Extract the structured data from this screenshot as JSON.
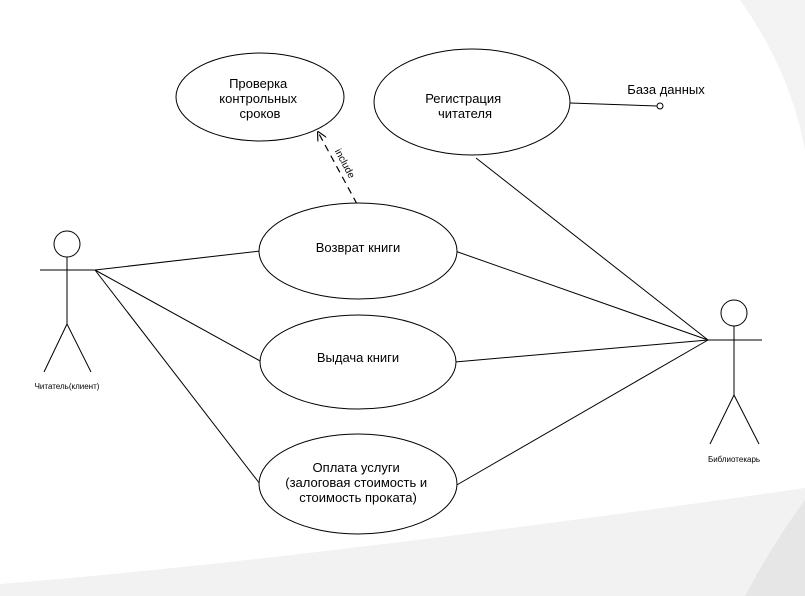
{
  "colors": {
    "background": "#ffffff",
    "stroke": "#000000",
    "decor_light": "#f2f2f2",
    "decor_mid": "#e9e9e9"
  },
  "actors": {
    "reader": {
      "name": "Читатель(клиент)"
    },
    "librarian": {
      "name": "Библиотекарь"
    }
  },
  "use_cases": {
    "check_deadlines": {
      "lines": [
        "Проверка",
        "контрольных",
        "сроков"
      ]
    },
    "register_reader": {
      "lines": [
        "Регистрация",
        "читателя"
      ]
    },
    "return_book": {
      "lines": [
        "Возврат книги"
      ]
    },
    "issue_book": {
      "lines": [
        "Выдача книги"
      ]
    },
    "payment": {
      "lines": [
        "Оплата услуги",
        "(залоговая стоимость и",
        "стоимость проката)"
      ]
    }
  },
  "include_label": "include",
  "database_label": "База данных"
}
